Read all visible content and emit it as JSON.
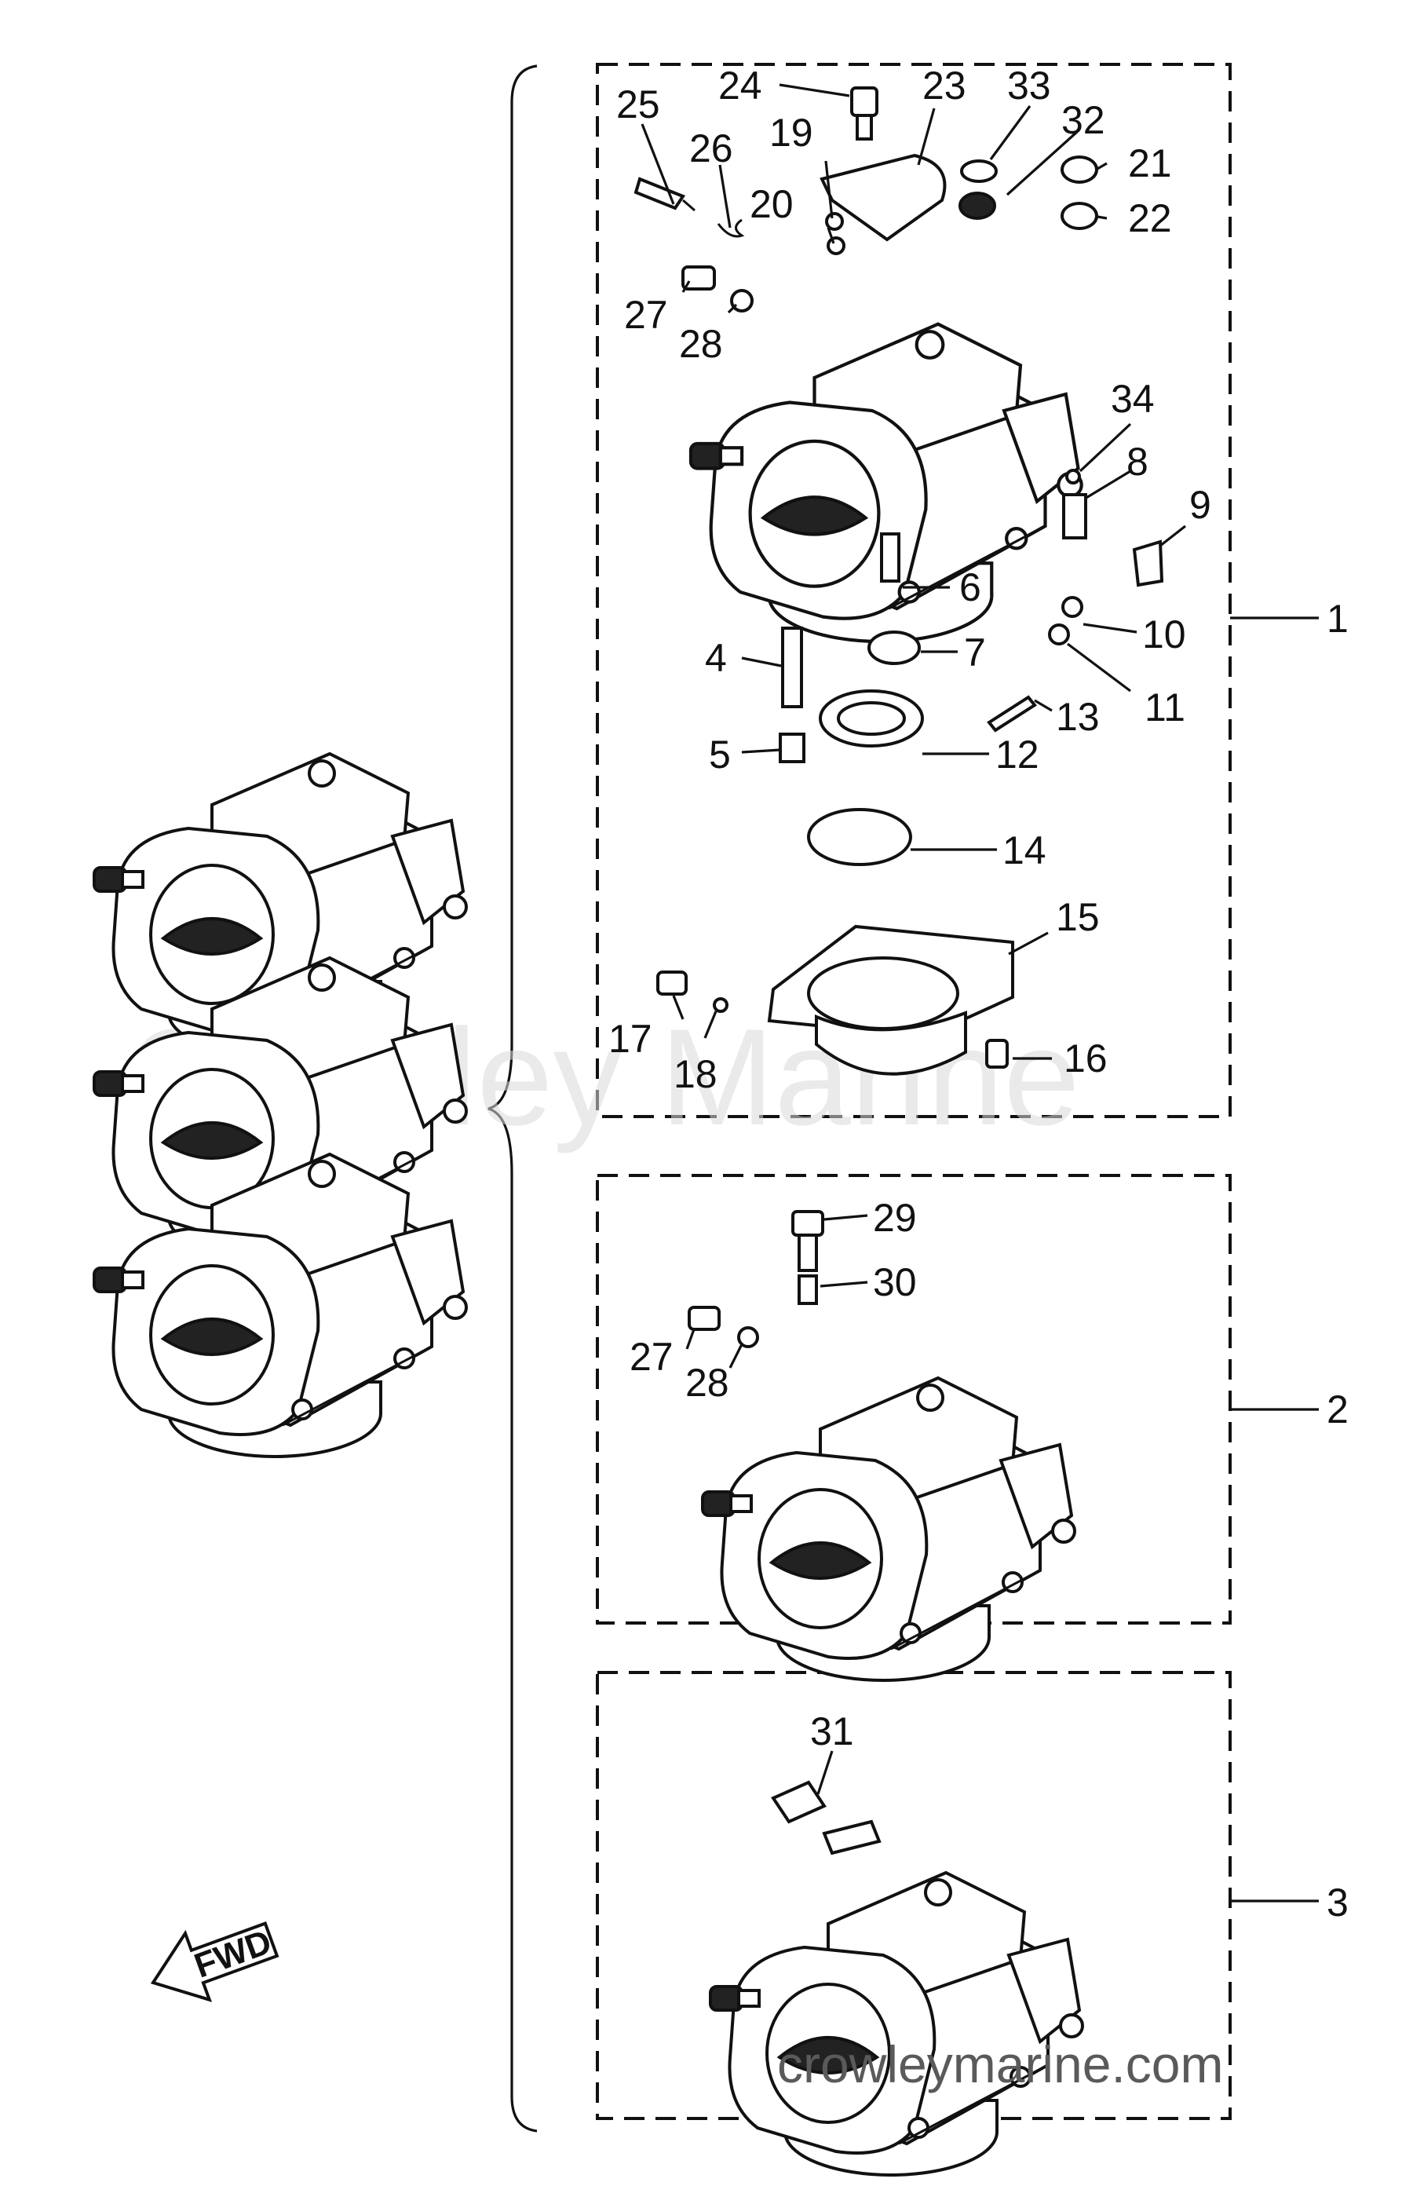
{
  "watermark": "Crowley Marine",
  "site_url": "crowleymarine.com",
  "direction_arrow": "FWD",
  "groups": [
    {
      "id": "group-1",
      "label": "1"
    },
    {
      "id": "group-2",
      "label": "2"
    },
    {
      "id": "group-3",
      "label": "3"
    }
  ],
  "callouts": [
    {
      "id": "24",
      "label": "24"
    },
    {
      "id": "23",
      "label": "23"
    },
    {
      "id": "33",
      "label": "33"
    },
    {
      "id": "25",
      "label": "25"
    },
    {
      "id": "19",
      "label": "19"
    },
    {
      "id": "32",
      "label": "32"
    },
    {
      "id": "26",
      "label": "26"
    },
    {
      "id": "21",
      "label": "21"
    },
    {
      "id": "20",
      "label": "20"
    },
    {
      "id": "22",
      "label": "22"
    },
    {
      "id": "27a",
      "label": "27"
    },
    {
      "id": "28a",
      "label": "28"
    },
    {
      "id": "34",
      "label": "34"
    },
    {
      "id": "8",
      "label": "8"
    },
    {
      "id": "9",
      "label": "9"
    },
    {
      "id": "6",
      "label": "6"
    },
    {
      "id": "10",
      "label": "10"
    },
    {
      "id": "4",
      "label": "4"
    },
    {
      "id": "7",
      "label": "7"
    },
    {
      "id": "11",
      "label": "11"
    },
    {
      "id": "13",
      "label": "13"
    },
    {
      "id": "5",
      "label": "5"
    },
    {
      "id": "12",
      "label": "12"
    },
    {
      "id": "14",
      "label": "14"
    },
    {
      "id": "15",
      "label": "15"
    },
    {
      "id": "17",
      "label": "17"
    },
    {
      "id": "18",
      "label": "18"
    },
    {
      "id": "16",
      "label": "16"
    },
    {
      "id": "29",
      "label": "29"
    },
    {
      "id": "30",
      "label": "30"
    },
    {
      "id": "27b",
      "label": "27"
    },
    {
      "id": "28b",
      "label": "28"
    },
    {
      "id": "31",
      "label": "31"
    }
  ]
}
